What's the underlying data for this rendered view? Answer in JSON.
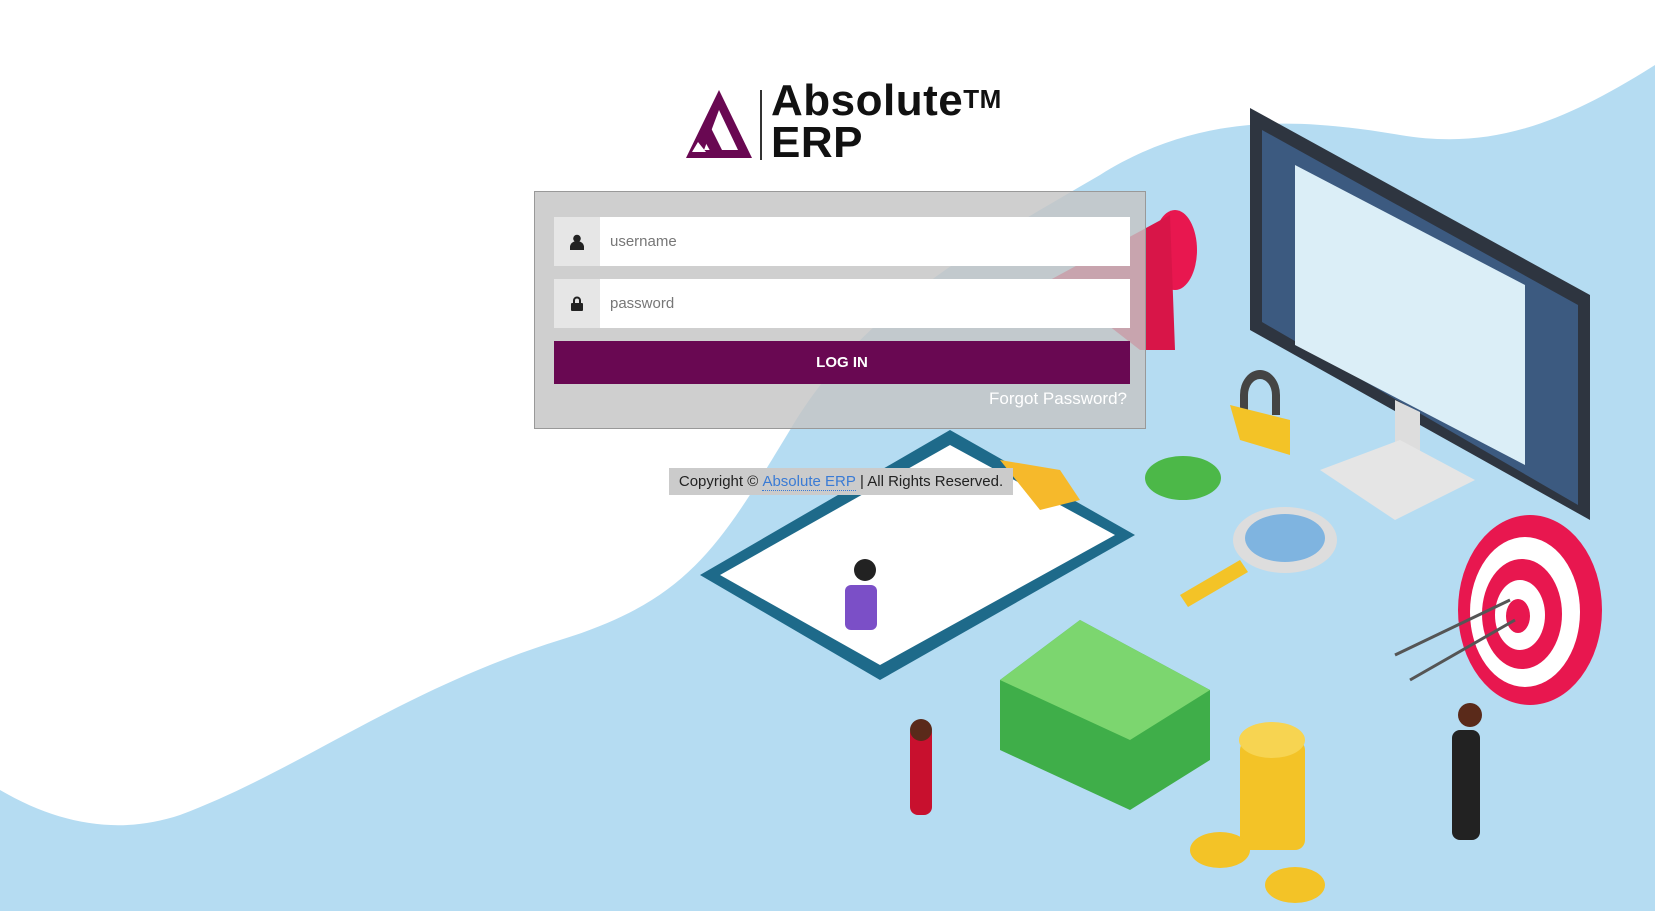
{
  "brand": {
    "name_line1": "Absolute",
    "tm": "TM",
    "name_line2": "ERP",
    "color": "#690852"
  },
  "login": {
    "username_placeholder": "username",
    "password_placeholder": "password",
    "username_icon": "user-icon",
    "password_icon": "lock-icon",
    "login_label": "LOG IN",
    "forgot_label": "Forgot Password?"
  },
  "footer": {
    "prefix": "Copyright © ",
    "link": "Absolute ERP",
    "suffix": " | All Rights Reserved."
  },
  "colors": {
    "wave": "#b5dcf2",
    "button": "#690852"
  }
}
